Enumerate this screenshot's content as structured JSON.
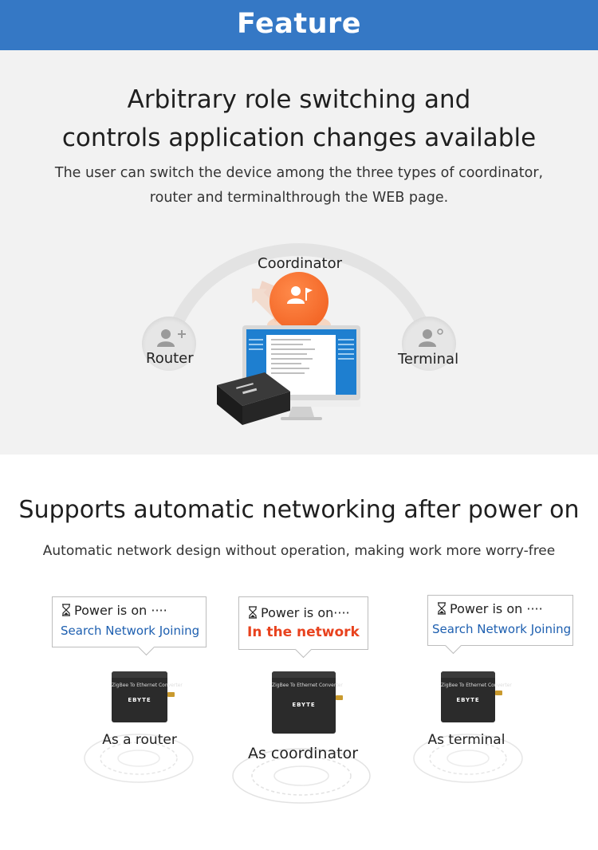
{
  "header": {
    "title": "Feature"
  },
  "section1": {
    "heading_line1": "Arbitrary role switching and",
    "heading_line2": "controls application changes available",
    "desc_line1": "The user can switch the device among the three types of coordinator,",
    "desc_line2": "router and terminalthrough the WEB page.",
    "roles": {
      "coordinator": "Coordinator",
      "router": "Router",
      "terminal": "Terminal"
    },
    "colors": {
      "coordinator": "#ef5a1a",
      "arc": "#e3e3e3",
      "monitor_accent": "#1e7fd0"
    }
  },
  "section2": {
    "heading": "Supports automatic networking after power on",
    "desc": "Automatic network design without operation, making work more worry-free",
    "cards": [
      {
        "status": "Power is on",
        "dots": "····",
        "action": "Search Network Joining",
        "label": "As a router"
      },
      {
        "status": "Power is on",
        "dots": "····",
        "action": "In the network",
        "label": "As coordinator"
      },
      {
        "status": "Power is on",
        "dots": "····",
        "action": "Search Network Joining",
        "label": "As terminal"
      }
    ],
    "device": {
      "name": "ZigBee To Ethernet Converter",
      "brand": "EBYTE"
    },
    "colors": {
      "action_blue": "#1d5fb0",
      "action_red": "#e8421e"
    }
  }
}
